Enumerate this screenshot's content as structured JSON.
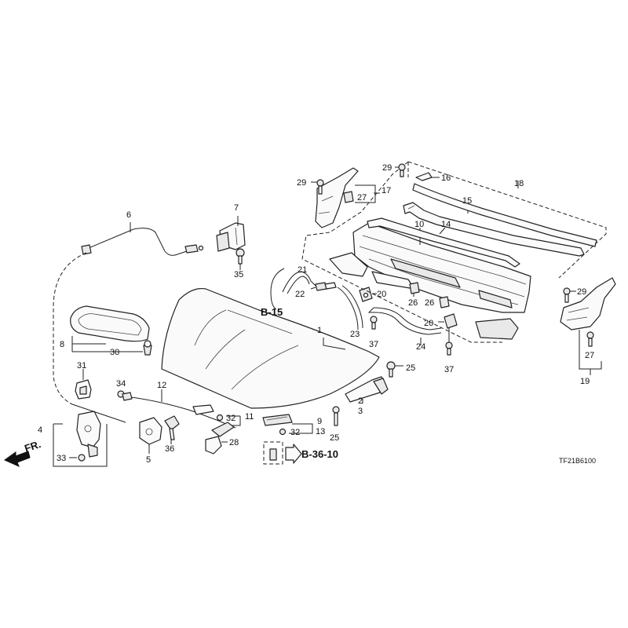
{
  "diagram_code": "TF21B6100",
  "direction_label": "FR.",
  "refs": {
    "b15": "B-15",
    "b3610": "B-36-10"
  },
  "callouts": [
    {
      "id": "c1",
      "text": "1"
    },
    {
      "id": "c2",
      "text": "2"
    },
    {
      "id": "c3",
      "text": "3"
    },
    {
      "id": "c4",
      "text": "4"
    },
    {
      "id": "c5",
      "text": "5"
    },
    {
      "id": "c6",
      "text": "6"
    },
    {
      "id": "c7",
      "text": "7"
    },
    {
      "id": "c8",
      "text": "8"
    },
    {
      "id": "c9",
      "text": "9"
    },
    {
      "id": "c10",
      "text": "10"
    },
    {
      "id": "c11",
      "text": "11"
    },
    {
      "id": "c12",
      "text": "12"
    },
    {
      "id": "c13",
      "text": "13"
    },
    {
      "id": "c14",
      "text": "14"
    },
    {
      "id": "c15",
      "text": "15"
    },
    {
      "id": "c16",
      "text": "16"
    },
    {
      "id": "c17",
      "text": "17"
    },
    {
      "id": "c18",
      "text": "18"
    },
    {
      "id": "c19",
      "text": "19"
    },
    {
      "id": "c20a",
      "text": "20"
    },
    {
      "id": "c20b",
      "text": "20"
    },
    {
      "id": "c21",
      "text": "21"
    },
    {
      "id": "c22",
      "text": "22"
    },
    {
      "id": "c23",
      "text": "23"
    },
    {
      "id": "c24",
      "text": "24"
    },
    {
      "id": "c25a",
      "text": "25"
    },
    {
      "id": "c25b",
      "text": "25"
    },
    {
      "id": "c26a",
      "text": "26"
    },
    {
      "id": "c26b",
      "text": "26"
    },
    {
      "id": "c27a",
      "text": "27"
    },
    {
      "id": "c27b",
      "text": "27"
    },
    {
      "id": "c28",
      "text": "28"
    },
    {
      "id": "c29a",
      "text": "29"
    },
    {
      "id": "c29b",
      "text": "29"
    },
    {
      "id": "c29c",
      "text": "29"
    },
    {
      "id": "c30",
      "text": "30"
    },
    {
      "id": "c31",
      "text": "31"
    },
    {
      "id": "c32a",
      "text": "32"
    },
    {
      "id": "c32b",
      "text": "32"
    },
    {
      "id": "c33",
      "text": "33"
    },
    {
      "id": "c34",
      "text": "34"
    },
    {
      "id": "c35",
      "text": "35"
    },
    {
      "id": "c36",
      "text": "36"
    },
    {
      "id": "c37a",
      "text": "37"
    },
    {
      "id": "c37b",
      "text": "37"
    }
  ]
}
